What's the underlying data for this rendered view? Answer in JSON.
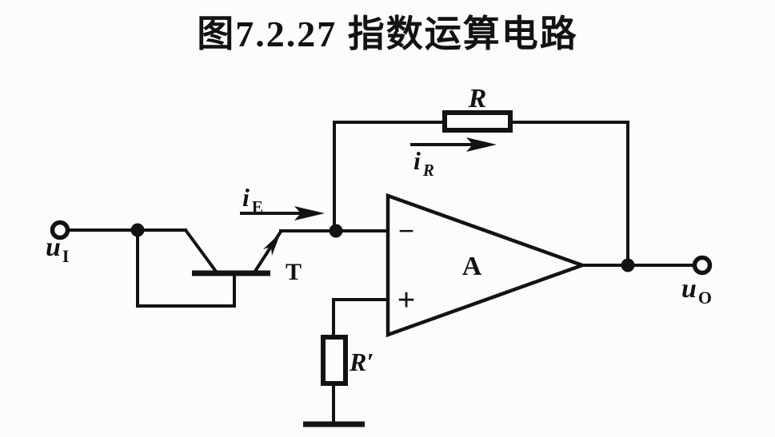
{
  "title": "图7.2.27 指数运算电路",
  "colors": {
    "ink": "#131313",
    "background": "#fcfcfc"
  },
  "circuit": {
    "type": "schematic",
    "description": "Exponential operation circuit: input u_I drives diode-connected transistor T; emitter current i_E enters the inverting input of op-amp A; feedback resistor R carries current i_R to output u_O; non-inverting input returns to ground through resistor R'.",
    "labels": {
      "input_terminal": {
        "main": "u",
        "sub": "I"
      },
      "output_terminal": {
        "main": "u",
        "sub": "O"
      },
      "emitter_current": {
        "main": "i",
        "sub": "E"
      },
      "feedback_current": {
        "main": "i",
        "sub": "R"
      },
      "feedback_resistor": "R",
      "compensation_resistor": "R′",
      "transistor": "T",
      "opamp_gain": "A",
      "inverting_input": "−",
      "noninverting_input": "+"
    }
  }
}
